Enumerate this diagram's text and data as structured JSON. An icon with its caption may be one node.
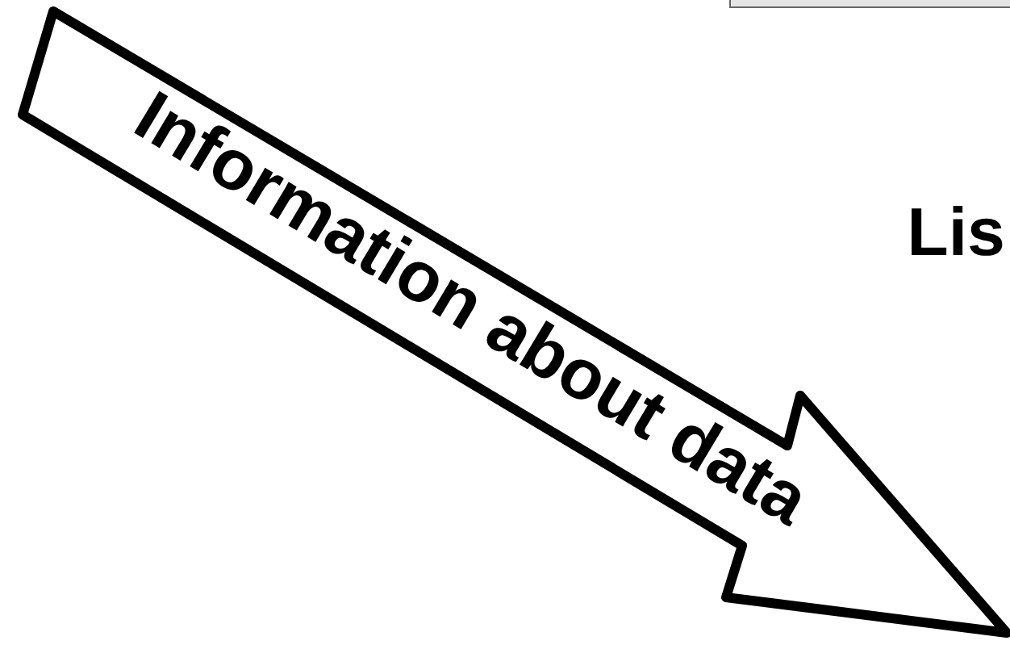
{
  "diagram": {
    "nodes": [
      {
        "text": [
          "Information about data"
        ]
      },
      {
        "text": [],
        "shape": "box"
      }
    ],
    "labels": [
      "Lis"
    ]
  }
}
